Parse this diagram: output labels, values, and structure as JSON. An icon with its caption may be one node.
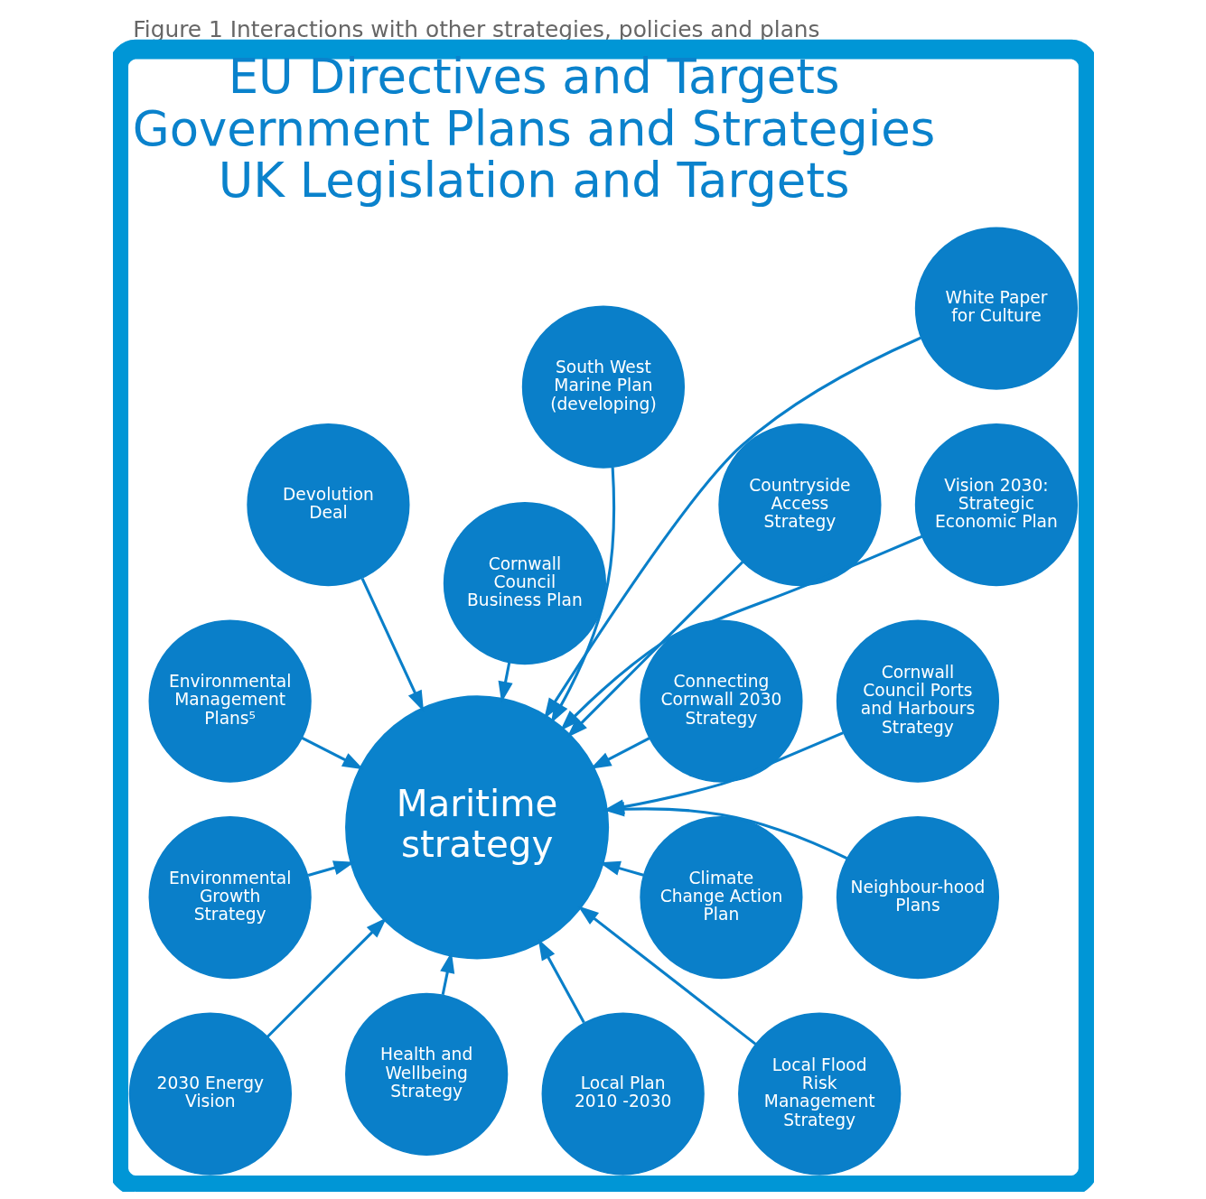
{
  "diagram": {
    "title": "Figure 1 Interactions with other strategies, policies and plans",
    "nodes": [
      {
        "text": [
          "EU Directives and Targets",
          "Government Plans and Strategies",
          "UK Legislation and Targets"
        ]
      },
      {
        "text": [
          "Maritime strategy"
        ],
        "in": 0
      },
      {
        "text": [
          "Climate Change Action Plan"
        ],
        "in": 0
      },
      {
        "text": [
          "Connecting Cornwall 2030 Strategy"
        ],
        "in": 0
      },
      {
        "text": [
          "Cornwall Council Business Plan"
        ],
        "in": 0
      },
      {
        "text": [
          "Countryside Access Strategy"
        ],
        "in": 0
      },
      {
        "text": [
          "Devolution Deal"
        ],
        "in": 0
      },
      {
        "text": [
          "Environmental Management Plans⁵"
        ],
        "in": 0
      },
      {
        "text": [
          "Environmental Growth Strategy"
        ],
        "in": 0
      },
      {
        "text": [
          "Health and Wellbeing Strategy"
        ],
        "in": 0
      },
      {
        "text": [
          "Local Plan 2010 -2030"
        ],
        "in": 0
      },
      {
        "text": [
          "Local Flood Risk Management Strategy"
        ],
        "in": 0
      },
      {
        "text": [
          "Neighbour-hood Plans"
        ],
        "in": 0
      },
      {
        "text": [
          "Cornwall Council Ports and Harbours Strategy"
        ],
        "in": 0
      },
      {
        "text": [
          "South West Marine Plan (developing)"
        ],
        "in": 0
      },
      {
        "text": [
          "2030 Energy Vision"
        ],
        "in": 0
      },
      {
        "text": [
          "Vision 2030: Strategic Economic Plan"
        ],
        "in": 0
      },
      {
        "text": [
          "White Paper for Culture"
        ],
        "in": 0
      }
    ],
    "edges": [
      {
        "from": 2,
        "to": 1,
        "arrow": "to"
      },
      {
        "from": 3,
        "to": 1,
        "arrow": "to"
      },
      {
        "from": 4,
        "to": 1,
        "arrow": "to"
      },
      {
        "from": 5,
        "to": 1,
        "arrow": "to"
      },
      {
        "from": 6,
        "to": 1,
        "arrow": "to"
      },
      {
        "from": 7,
        "to": 1,
        "arrow": "to"
      },
      {
        "from": 8,
        "to": 1,
        "arrow": "to"
      },
      {
        "from": 9,
        "to": 1,
        "arrow": "to"
      },
      {
        "from": 10,
        "to": 1,
        "arrow": "to"
      },
      {
        "from": 11,
        "to": 1,
        "arrow": "to"
      },
      {
        "from": 12,
        "to": 1,
        "arrow": "to"
      },
      {
        "from": 13,
        "to": 1,
        "arrow": "to"
      },
      {
        "from": 14,
        "to": 1,
        "arrow": "to"
      },
      {
        "from": 15,
        "to": 1,
        "arrow": "to"
      },
      {
        "from": 16,
        "to": 1,
        "arrow": "to"
      },
      {
        "from": 17,
        "to": 1,
        "arrow": "to"
      }
    ]
  }
}
